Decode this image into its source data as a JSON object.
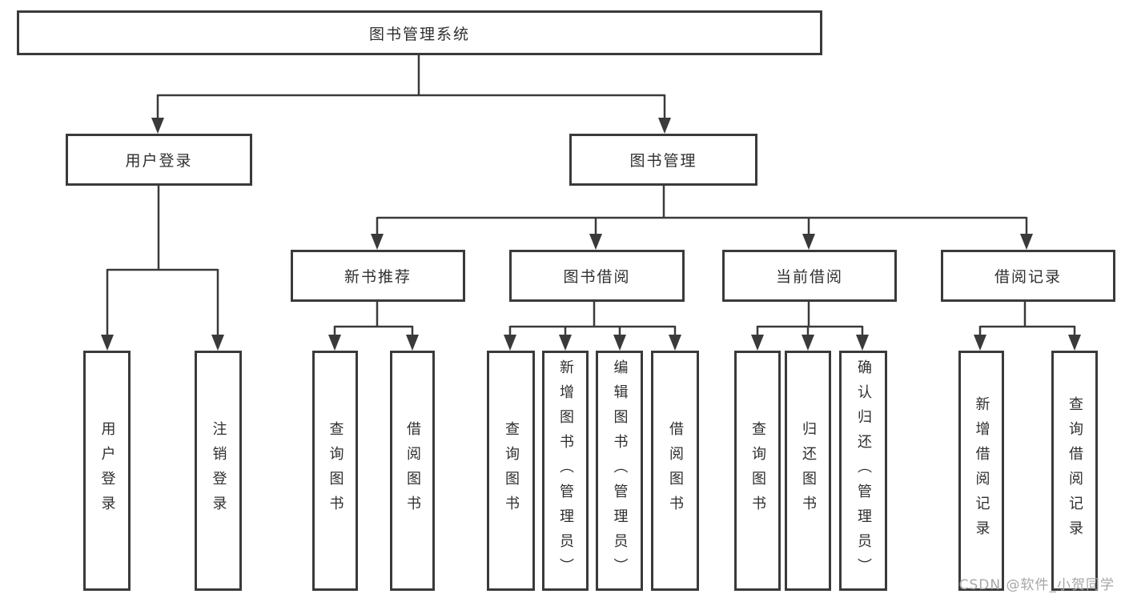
{
  "root": {
    "label": "图书管理系统"
  },
  "level2": [
    {
      "label": "用户登录"
    },
    {
      "label": "图书管理"
    }
  ],
  "level3": [
    {
      "label": "新书推荐"
    },
    {
      "label": "图书借阅"
    },
    {
      "label": "当前借阅"
    },
    {
      "label": "借阅记录"
    }
  ],
  "leaves": [
    {
      "label": "用户登录"
    },
    {
      "label": "注销登录"
    },
    {
      "label": "查询图书"
    },
    {
      "label": "借阅图书"
    },
    {
      "label": "查询图书"
    },
    {
      "label": "新增图书（管理员）"
    },
    {
      "label": "编辑图书（管理员）"
    },
    {
      "label": "借阅图书"
    },
    {
      "label": "查询图书"
    },
    {
      "label": "归还图书"
    },
    {
      "label": "确认归还（管理员）"
    },
    {
      "label": "新增借阅记录"
    },
    {
      "label": "查询借阅记录"
    }
  ],
  "hierarchy": {
    "图书管理系统": [
      "用户登录",
      "图书管理"
    ],
    "用户登录": [
      "用户登录",
      "注销登录"
    ],
    "图书管理": [
      "新书推荐",
      "图书借阅",
      "当前借阅",
      "借阅记录"
    ],
    "新书推荐": [
      "查询图书",
      "借阅图书"
    ],
    "图书借阅": [
      "查询图书",
      "新增图书（管理员）",
      "编辑图书（管理员）",
      "借阅图书"
    ],
    "当前借阅": [
      "查询图书",
      "归还图书",
      "确认归还（管理员）"
    ],
    "借阅记录": [
      "新增借阅记录",
      "查询借阅记录"
    ]
  },
  "watermark": "CSDN @软件_小贺同学",
  "colors": {
    "line": "#3a3a3a",
    "box_border": "#3a3a3a",
    "box_fill": "#ffffff",
    "text": "#2f2f2f",
    "watermark": "#a6a6a6",
    "background": "#ffffff"
  }
}
